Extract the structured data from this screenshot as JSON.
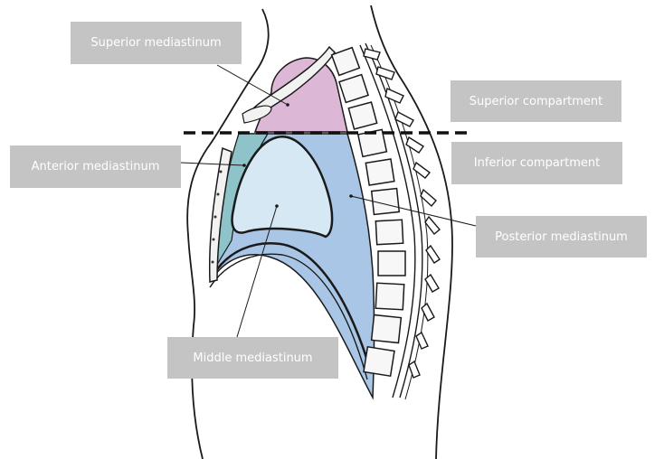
{
  "labels": {
    "superior_mediastinum": "Superior mediastinum",
    "superior_compartment": "Superior compartment",
    "anterior_mediastinum": "Anterior mediastinum",
    "inferior_compartment": "Inferior compartment",
    "posterior_mediastinum": "Posterior mediastinum",
    "middle_mediastinum": "Middle mediastinum"
  },
  "colors": {
    "superior_region": "#dcb8d6",
    "anterior_region": "#8ec3c9",
    "middle_region": "#d6e8f4",
    "posterior_region": "#a9c6e6",
    "label_background": "#c4c4c4",
    "label_text": "#ffffff",
    "outline": "#1a1a1a",
    "divider_line": "#111111"
  }
}
